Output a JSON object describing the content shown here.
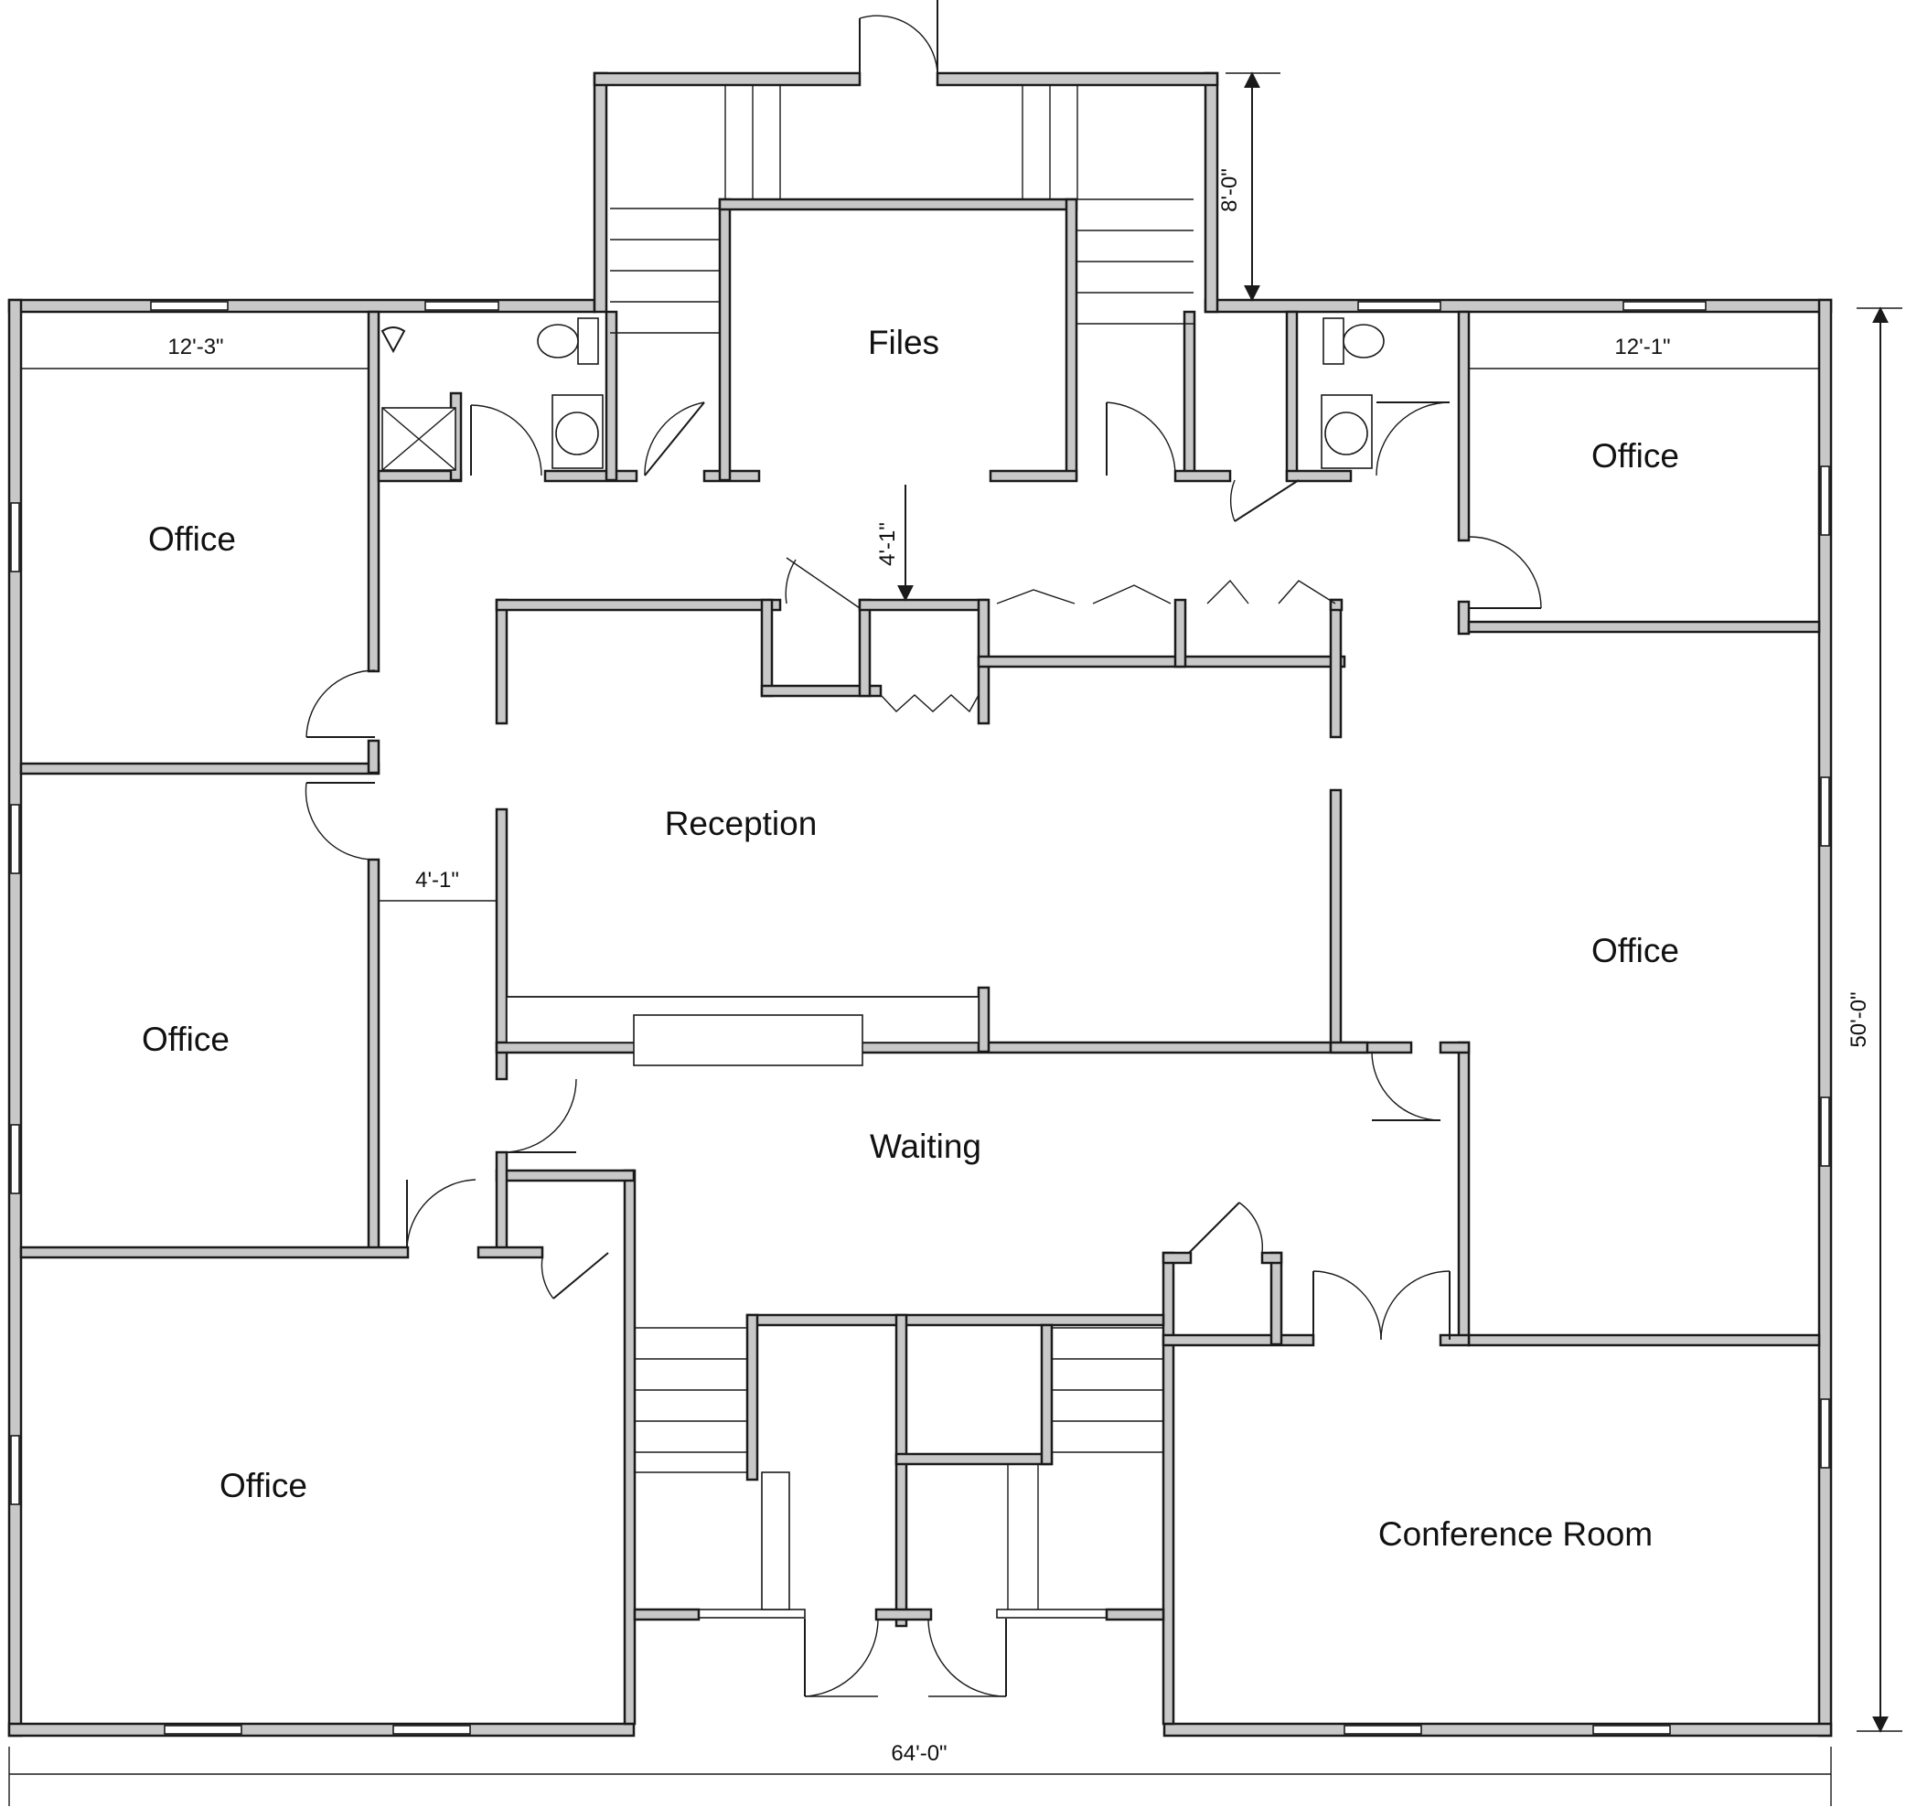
{
  "rooms": {
    "files": "Files",
    "office_top_left": "Office",
    "office_top_right": "Office",
    "office_mid_left": "Office",
    "office_right": "Office",
    "reception": "Reception",
    "waiting": "Waiting",
    "office_bottom_left": "Office",
    "conference": "Conference Room"
  },
  "dimensions": {
    "width_top_left_office": "12'-3\"",
    "width_top_right_office": "12'-1\"",
    "entry_depth": "8'-0\"",
    "corridor_width_vertical": "4'-1\"",
    "corridor_width_horizontal": "4'-1\"",
    "building_height": "50'-0\"",
    "building_width": "64'-0\""
  },
  "colors": {
    "wall_fill": "#c8c8c8",
    "line": "#1a1a1a",
    "background": "#ffffff"
  }
}
